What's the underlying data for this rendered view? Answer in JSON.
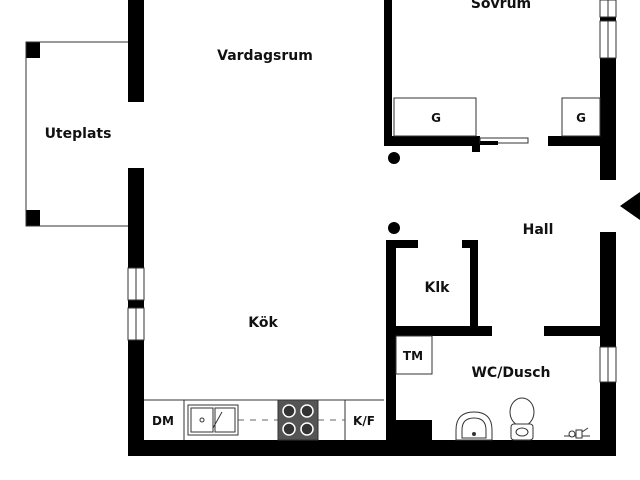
{
  "rooms": {
    "bedroom": "Sovrum",
    "living_room": "Vardagsrum",
    "patio": "Uteplats",
    "hall": "Hall",
    "closet": "Klk",
    "kitchen": "Kök",
    "bathroom": "WC/Dusch"
  },
  "fixtures": {
    "wardrobe_left": "G",
    "wardrobe_right": "G",
    "dishwasher": "DM",
    "fridge_freezer": "K/F",
    "dryer": "TM"
  },
  "colors": {
    "wall": "#000000",
    "stove_fill": "#555555",
    "line": "#333333",
    "background": "#ffffff"
  }
}
